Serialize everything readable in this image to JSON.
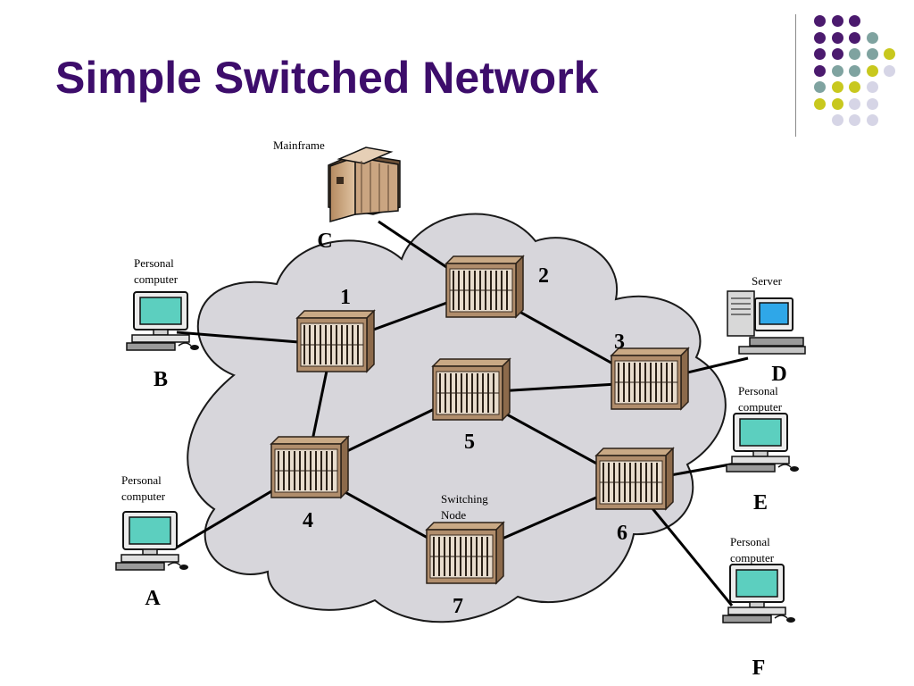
{
  "slide": {
    "title": "Simple Switched Network"
  },
  "decoration": {
    "colors": {
      "purple": "#4b1a6e",
      "teal": "#7fa3a0",
      "olive": "#c8c81e",
      "lavender": "#d6d5e6"
    }
  },
  "diagram": {
    "cloud_color": "#d7d6db",
    "link_color": "#000000",
    "nodes": [
      {
        "id": "1",
        "label": "1"
      },
      {
        "id": "2",
        "label": "2"
      },
      {
        "id": "3",
        "label": "3"
      },
      {
        "id": "4",
        "label": "4"
      },
      {
        "id": "5",
        "label": "5"
      },
      {
        "id": "6",
        "label": "6"
      },
      {
        "id": "7",
        "label": "7"
      }
    ],
    "switching_node_caption": [
      "Switching",
      "Node"
    ],
    "stations": {
      "A": {
        "letter": "A",
        "caption": [
          "Personal",
          "computer"
        ]
      },
      "B": {
        "letter": "B",
        "caption": [
          "Personal",
          "computer"
        ]
      },
      "C": {
        "letter": "C",
        "caption": [
          "Mainframe"
        ]
      },
      "D": {
        "letter": "D",
        "caption": [
          "Server"
        ]
      },
      "E": {
        "letter": "E",
        "caption": [
          "Personal",
          "computer"
        ]
      },
      "F": {
        "letter": "F",
        "caption": [
          "Personal",
          "computer"
        ]
      }
    },
    "links": [
      [
        "C",
        "2"
      ],
      [
        "B",
        "1"
      ],
      [
        "1",
        "2"
      ],
      [
        "1",
        "4"
      ],
      [
        "2",
        "3"
      ],
      [
        "5",
        "3"
      ],
      [
        "4",
        "5"
      ],
      [
        "5",
        "6"
      ],
      [
        "3",
        "D"
      ],
      [
        "6",
        "E"
      ],
      [
        "6",
        "F"
      ],
      [
        "4",
        "A"
      ],
      [
        "4",
        "7"
      ],
      [
        "7",
        "6"
      ]
    ]
  }
}
